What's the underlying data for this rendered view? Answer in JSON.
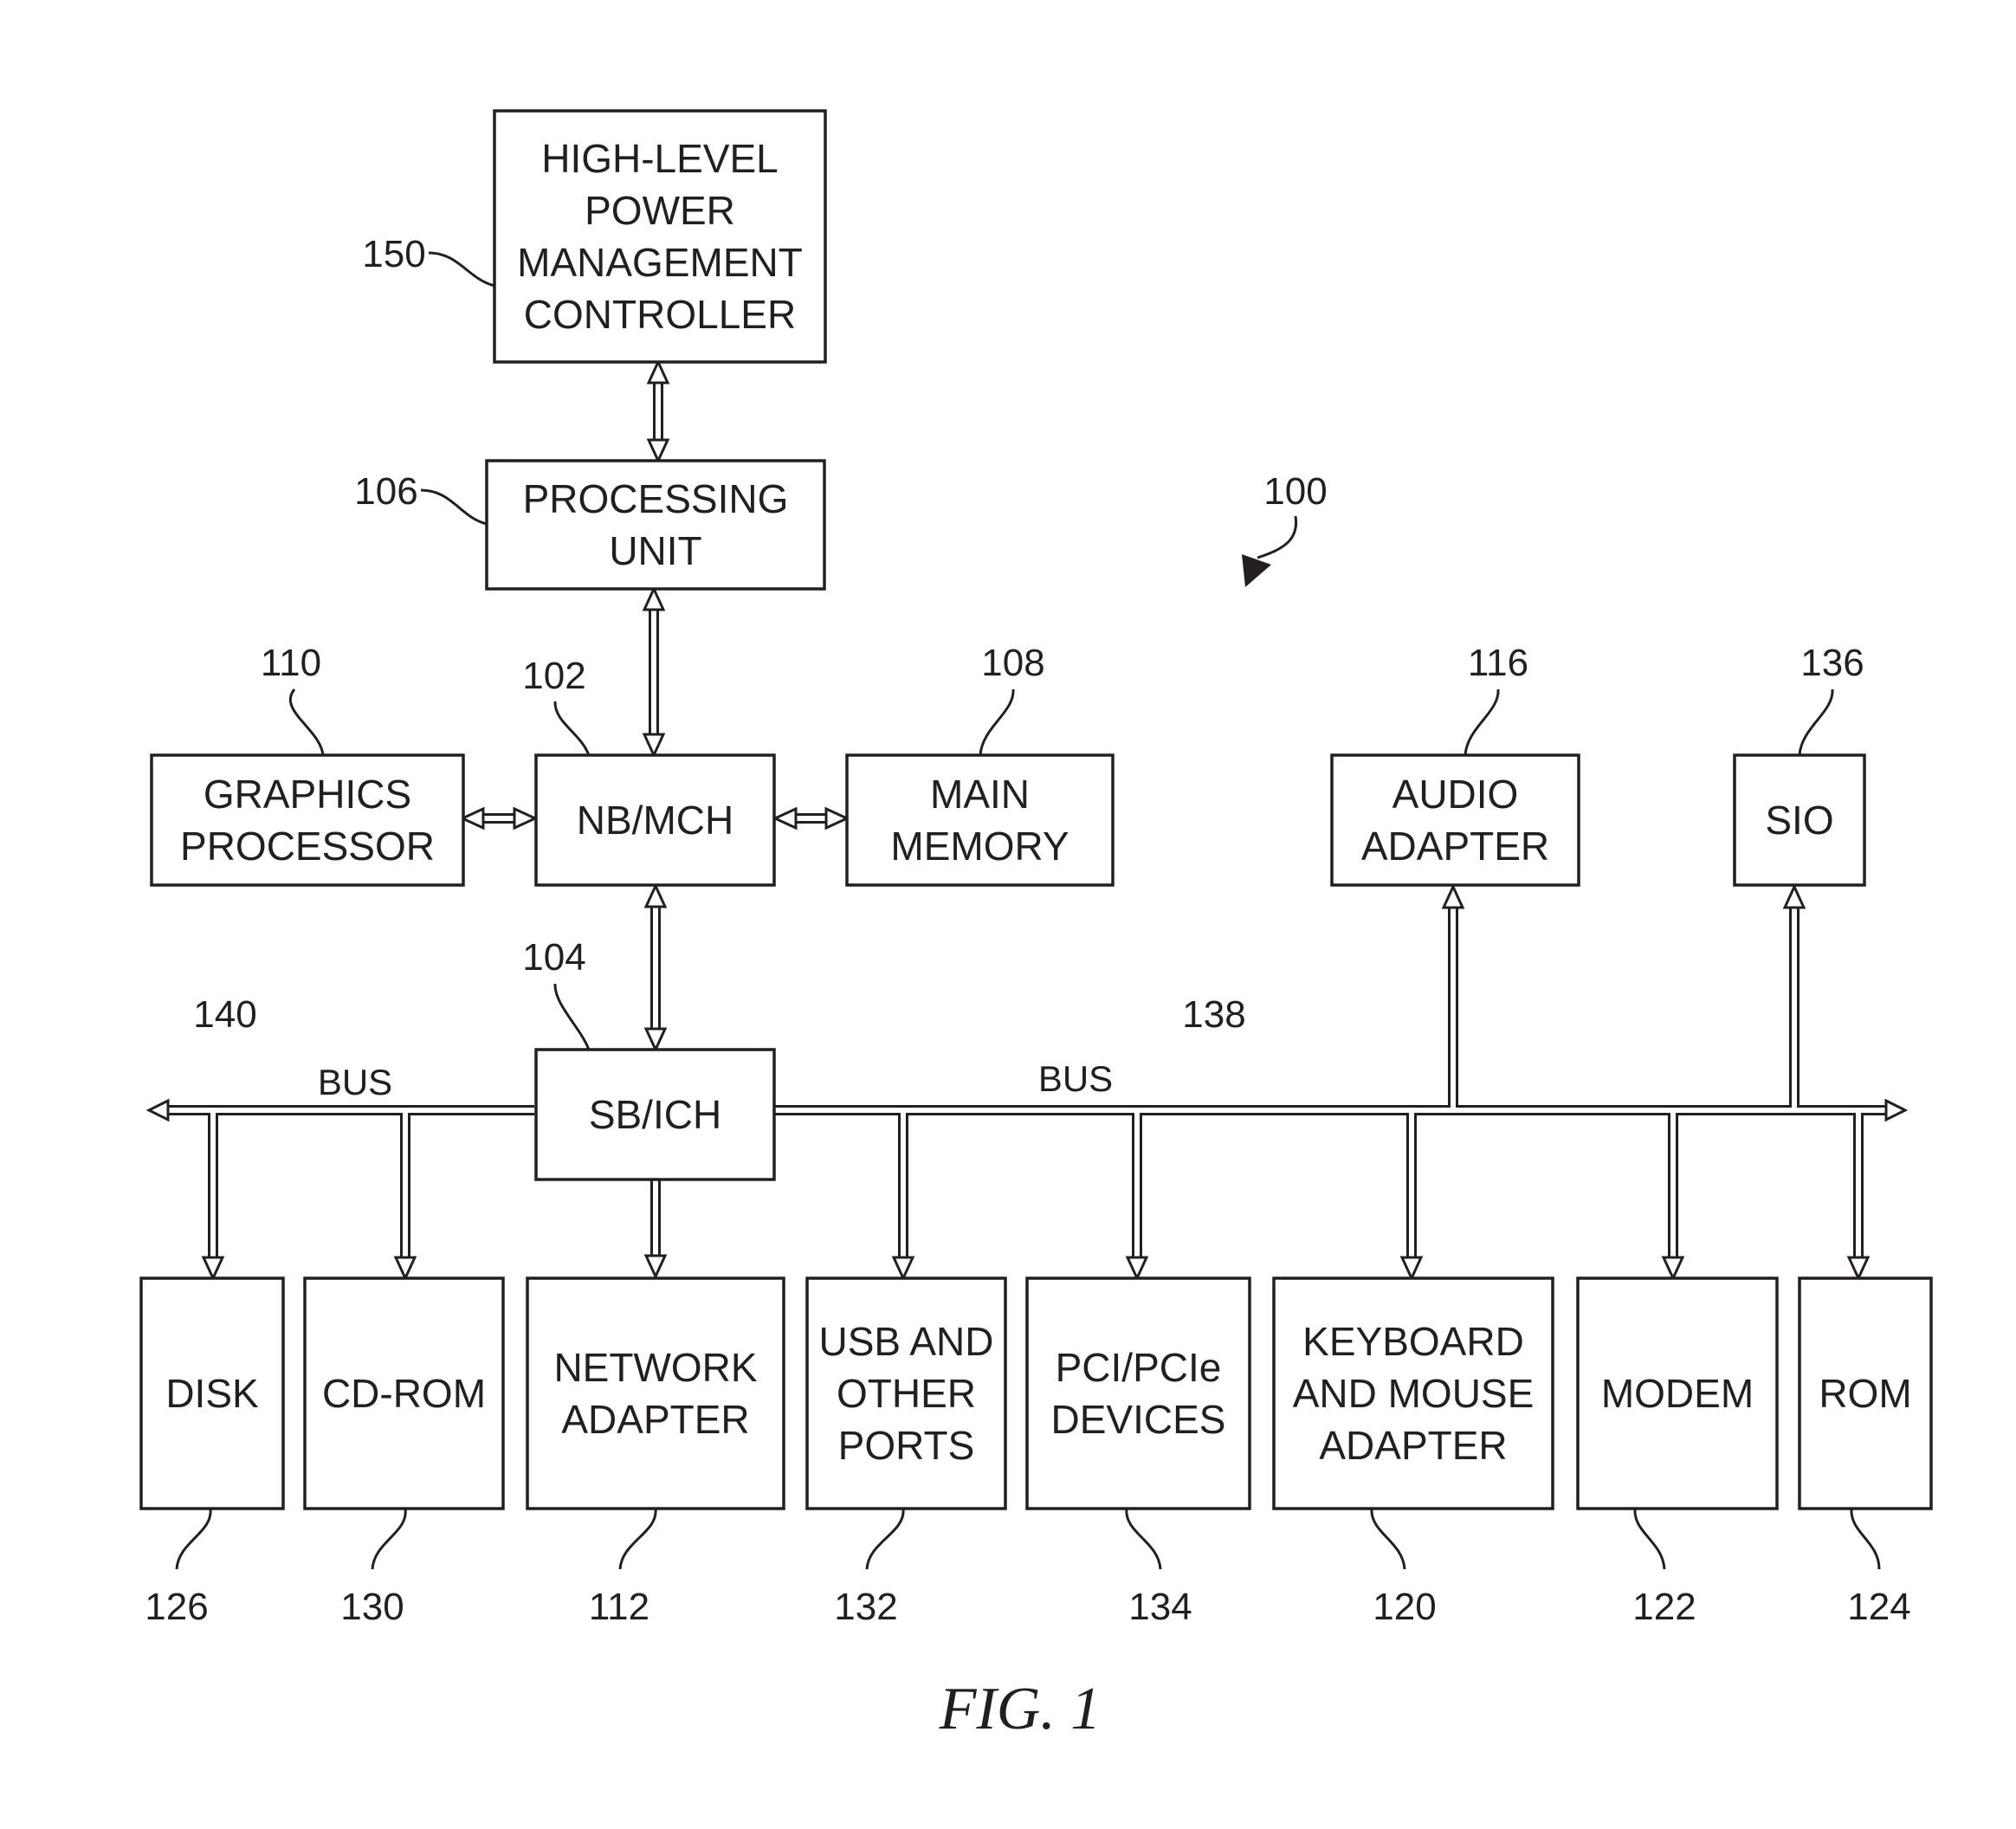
{
  "figure_label": "FIG. 1",
  "system_ref": "100",
  "blocks": {
    "hlpmc": {
      "ref": "150",
      "lines": [
        "HIGH-LEVEL",
        "POWER",
        "MANAGEMENT",
        "CONTROLLER"
      ]
    },
    "pu": {
      "ref": "106",
      "lines": [
        "PROCESSING",
        "UNIT"
      ]
    },
    "gp": {
      "ref": "110",
      "lines": [
        "GRAPHICS",
        "PROCESSOR"
      ]
    },
    "nbmch": {
      "ref": "102",
      "lines": [
        "NB/MCH"
      ]
    },
    "mem": {
      "ref": "108",
      "lines": [
        "MAIN",
        "MEMORY"
      ]
    },
    "audio": {
      "ref": "116",
      "lines": [
        "AUDIO",
        "ADAPTER"
      ]
    },
    "sio": {
      "ref": "136",
      "lines": [
        "SIO"
      ]
    },
    "sbich": {
      "ref": "104",
      "lines": [
        "SB/ICH"
      ]
    },
    "disk": {
      "ref": "126",
      "lines": [
        "DISK"
      ]
    },
    "cdrom": {
      "ref": "130",
      "lines": [
        "CD-ROM"
      ]
    },
    "netadapter": {
      "ref": "112",
      "lines": [
        "NETWORK",
        "ADAPTER"
      ]
    },
    "usb": {
      "ref": "132",
      "lines": [
        "USB AND",
        "OTHER",
        "PORTS"
      ]
    },
    "pci": {
      "ref": "134",
      "lines": [
        "PCI/PCIe",
        "DEVICES"
      ]
    },
    "kbd": {
      "ref": "120",
      "lines": [
        "KEYBOARD",
        "AND MOUSE",
        "ADAPTER"
      ]
    },
    "modem": {
      "ref": "122",
      "lines": [
        "MODEM"
      ]
    },
    "rom": {
      "ref": "124",
      "lines": [
        "ROM"
      ]
    }
  },
  "buses": {
    "left": {
      "ref": "140",
      "label": "BUS"
    },
    "right": {
      "ref": "138",
      "label": "BUS"
    }
  }
}
